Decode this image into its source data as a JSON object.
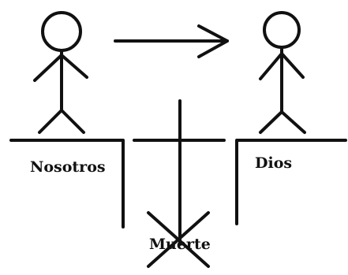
{
  "labels": {
    "left": "Nosotros",
    "right": "Dios",
    "bottom": "Muerte"
  },
  "colors": {
    "ink": "#111111",
    "background": "#ffffff"
  }
}
